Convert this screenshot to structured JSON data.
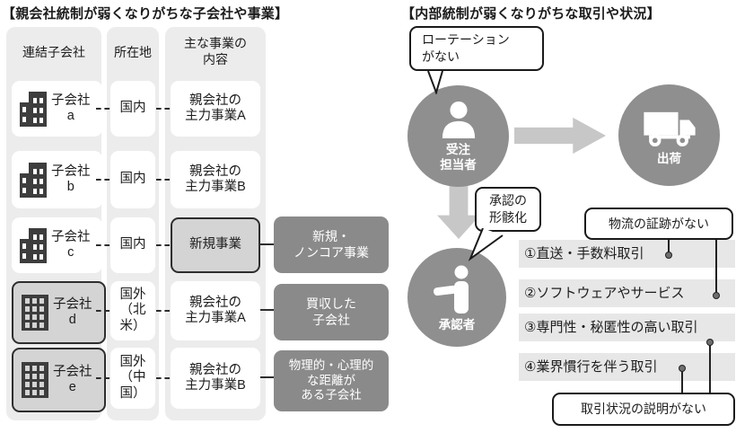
{
  "colors": {
    "band_gray": "#ececec",
    "highlight_gray": "#d4d4d4",
    "dark_gray_box": "#8a8a8a",
    "circle_gray": "#8f8f8f",
    "arrow_gray": "#c7c7c7",
    "text": "#1c1c1c"
  },
  "left_panel": {
    "title": "【親会社統制が弱くなりがちな子会社や事業】",
    "headers": {
      "col1": "連結子会社",
      "col2": "所在地",
      "col3": "主な事業の\n内容"
    },
    "rows": [
      {
        "name": "子会社\na",
        "location": "国内",
        "business": "親会社の\n主力事業A",
        "annotation": ""
      },
      {
        "name": "子会社\nb",
        "location": "国内",
        "business": "親会社の\n主力事業B",
        "annotation": ""
      },
      {
        "name": "子会社\nc",
        "location": "国内",
        "business": "新規事業",
        "annotation": "新規・\nノンコア事業"
      },
      {
        "name": "子会社\nd",
        "location": "国外\n（北米）",
        "business": "親会社の\n主力事業A",
        "annotation": "買収した\n子会社"
      },
      {
        "name": "子会社\ne",
        "location": "国外\n（中国）",
        "business": "親会社の\n主力事業B",
        "annotation": "物理的・心理的\nな距離が\nある子会社"
      }
    ]
  },
  "right_panel": {
    "title": "【内部統制が弱くなりがちな取引や状況】",
    "bubbles": {
      "rotation": "ローテーション\nがない",
      "approval": "承認の\n形骸化",
      "logistics": "物流の証跡がない",
      "explanation": "取引状況の説明がない"
    },
    "nodes": {
      "order_staff": "受注\n担当者",
      "shipment": "出荷",
      "approver": "承認者"
    },
    "items": [
      "①直送・手数料取引",
      "②ソフトウェアやサービス",
      "③専門性・秘匿性の高い取引",
      "④業界慣行を伴う取引"
    ]
  }
}
